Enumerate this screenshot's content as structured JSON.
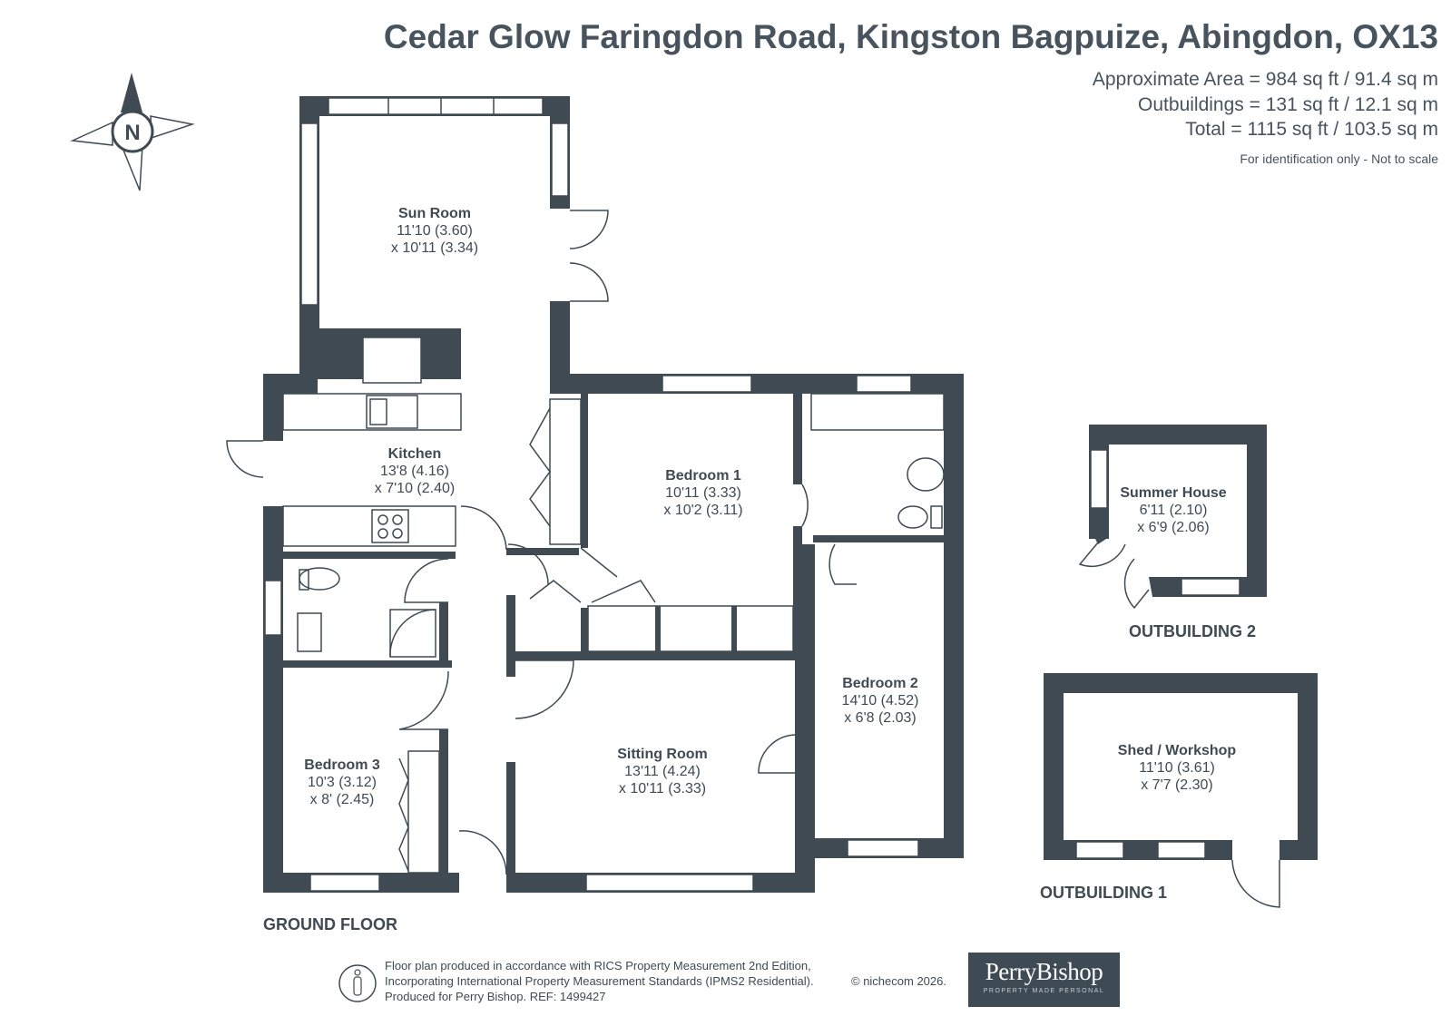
{
  "header": {
    "title": "Cedar Glow Faringdon Road, Kingston Bagpuize, Abingdon, OX13",
    "approx_area": "Approximate Area = 984 sq ft / 91.4 sq m",
    "outbuildings_area": "Outbuildings = 131 sq ft / 12.1 sq m",
    "total_area": "Total = 1115 sq ft / 103.5 sq m",
    "disclaimer": "For identification only - Not to scale"
  },
  "compass": {
    "label": "N",
    "icon": "compass-rose-icon"
  },
  "rooms": {
    "sun_room": {
      "name": "Sun Room",
      "dim1": "11'10 (3.60)",
      "dim2": "x 10'11 (3.34)"
    },
    "kitchen": {
      "name": "Kitchen",
      "dim1": "13'8 (4.16)",
      "dim2": "x 7'10 (2.40)"
    },
    "bedroom1": {
      "name": "Bedroom 1",
      "dim1": "10'11 (3.33)",
      "dim2": "x 10'2 (3.11)"
    },
    "bedroom2": {
      "name": "Bedroom 2",
      "dim1": "14'10 (4.52)",
      "dim2": "x 6'8 (2.03)"
    },
    "bedroom3": {
      "name": "Bedroom 3",
      "dim1": "10'3 (3.12)",
      "dim2": "x 8' (2.45)"
    },
    "sitting_room": {
      "name": "Sitting Room",
      "dim1": "13'11 (4.24)",
      "dim2": "x 10'11 (3.33)"
    },
    "summer_house": {
      "name": "Summer House",
      "dim1": "6'11 (2.10)",
      "dim2": "x 6'9 (2.06)"
    },
    "shed": {
      "name": "Shed / Workshop",
      "dim1": "11'10 (3.61)",
      "dim2": "x 7'7 (2.30)"
    }
  },
  "labels": {
    "ground_floor": "GROUND FLOOR",
    "outbuilding1": "OUTBUILDING 1",
    "outbuilding2": "OUTBUILDING 2"
  },
  "footer": {
    "line1": "Floor plan produced in accordance with RICS Property Measurement 2nd Edition,",
    "line2": "Incorporating International Property Measurement Standards (IPMS2 Residential).",
    "line3": "Produced for Perry Bishop.   REF: 1499427",
    "copyright": "© nichecom 2026.",
    "logo_main": "PerryBishop",
    "logo_sub": "PROPERTY MADE PERSONAL",
    "ipms_icon": "ipms-person-icon"
  },
  "colors": {
    "wall": "#3f4a53",
    "text": "#3f4a53",
    "background": "#ffffff"
  }
}
